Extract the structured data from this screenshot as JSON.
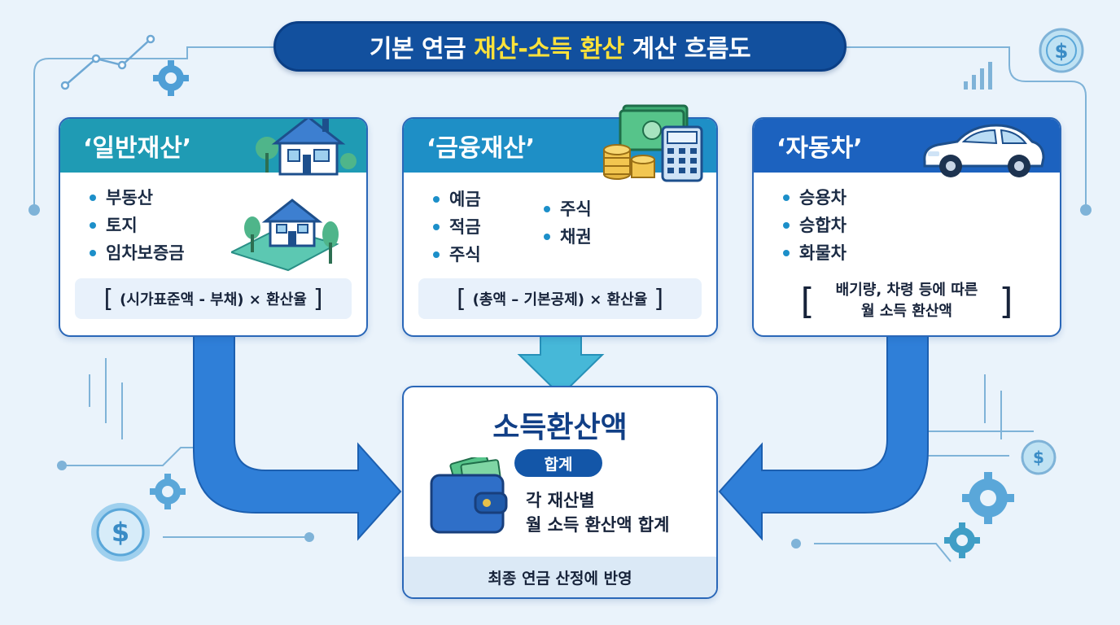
{
  "title": {
    "part1": "기본 연금 ",
    "highlight": "재산-소득 환산",
    "part2": " 계산 흐름도"
  },
  "cards": {
    "general": {
      "title": "‘일반재산’",
      "items": [
        "부동산",
        "토지",
        "임차보증금"
      ],
      "formula": "(시가표준액 - 부채) × 환산율",
      "color": "#1f9bb4"
    },
    "financial": {
      "title": "‘금융재산’",
      "items_left": [
        "예금",
        "적금",
        "주식"
      ],
      "items_right": [
        "주식",
        "채권"
      ],
      "formula": "(총액 – 기본공제) × 환산율",
      "color": "#1e8fc6"
    },
    "car": {
      "title": "‘자동차’",
      "items": [
        "승용차",
        "승합차",
        "화물차"
      ],
      "formula_line1": "배기량, 차령 등에 따른",
      "formula_line2": "월 소득 환산액",
      "color": "#1c62bf"
    }
  },
  "result": {
    "title": "소득환산액",
    "badge": "합계",
    "desc_line1": "각 재산별",
    "desc_line2": "월 소득 환산액 합계",
    "footer": "최종 연금 산정에 반영"
  },
  "icons": [
    "house-icon",
    "cash-icon",
    "coins-icon",
    "calculator-icon",
    "car-icon",
    "wallet-icon",
    "gear-icon",
    "dollar-coin-icon",
    "bar-chart-icon",
    "line-chart-icon"
  ]
}
